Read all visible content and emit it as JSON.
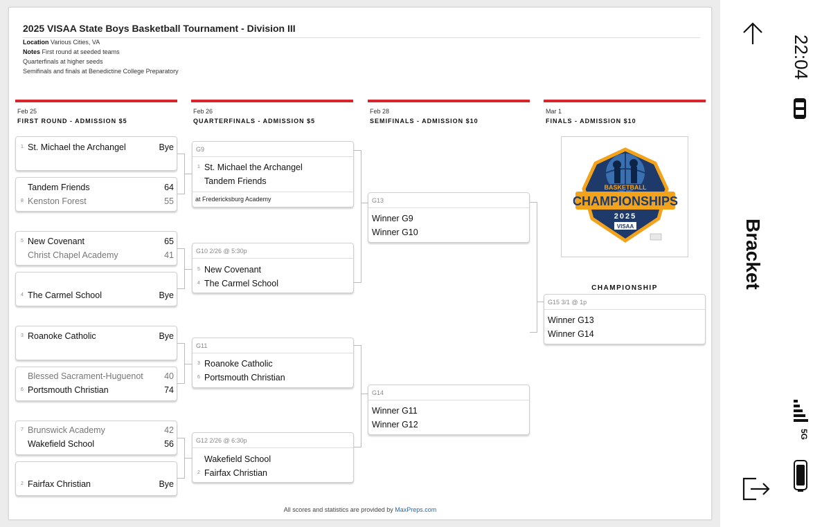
{
  "title": "2025 VISAA State Boys Basketball Tournament - Division III",
  "info": {
    "location_label": "Location",
    "location_value": "Various Cities, VA",
    "notes_label": "Notes",
    "notes_value": "First round at seeded teams",
    "line3": "Quarterfinals at higher seeds",
    "line4": "Semifinals and finals at Benedictine College Preparatory"
  },
  "rounds": [
    {
      "date": "Feb 25",
      "name": "FIRST ROUND - ADMISSION $5"
    },
    {
      "date": "Feb 26",
      "name": "QUARTERFINALS - ADMISSION $5"
    },
    {
      "date": "Feb 28",
      "name": "SEMIFINALS - ADMISSION $10"
    },
    {
      "date": "Mar 1",
      "name": "FINALS - ADMISSION $10"
    }
  ],
  "first_round": [
    {
      "rows": [
        {
          "seed": "1",
          "team": "St. Michael the Archangel",
          "score": "Bye",
          "loser": false
        }
      ]
    },
    {
      "rows": [
        {
          "seed": "",
          "team": "Tandem Friends",
          "score": "64",
          "loser": false
        },
        {
          "seed": "8",
          "team": "Kenston Forest",
          "score": "55",
          "loser": true
        }
      ]
    },
    {
      "rows": [
        {
          "seed": "5",
          "team": "New Covenant",
          "score": "65",
          "loser": false
        },
        {
          "seed": "",
          "team": "Christ Chapel Academy",
          "score": "41",
          "loser": true
        }
      ]
    },
    {
      "rows": [
        {
          "seed": "4",
          "team": "The Carmel School",
          "score": "Bye",
          "loser": false
        }
      ]
    },
    {
      "rows": [
        {
          "seed": "3",
          "team": "Roanoke Catholic",
          "score": "Bye",
          "loser": false
        }
      ]
    },
    {
      "rows": [
        {
          "seed": "",
          "team": "Blessed Sacrament-Huguenot",
          "score": "40",
          "loser": true
        },
        {
          "seed": "6",
          "team": "Portsmouth Christian",
          "score": "74",
          "loser": false
        }
      ]
    },
    {
      "rows": [
        {
          "seed": "7",
          "team": "Brunswick Academy",
          "score": "42",
          "loser": true
        },
        {
          "seed": "",
          "team": "Wakefield School",
          "score": "56",
          "loser": false
        }
      ]
    },
    {
      "rows": [
        {
          "seed": "2",
          "team": "Fairfax Christian",
          "score": "Bye",
          "loser": false
        }
      ]
    }
  ],
  "quarterfinals": [
    {
      "header": "G9",
      "rows": [
        {
          "seed": "1",
          "team": "St. Michael the Archangel"
        },
        {
          "seed": "",
          "team": "Tandem Friends"
        }
      ],
      "footer": "at Fredericksburg Academy"
    },
    {
      "header": "G10 2/26 @ 5:30p",
      "rows": [
        {
          "seed": "5",
          "team": "New Covenant"
        },
        {
          "seed": "4",
          "team": "The Carmel School"
        }
      ],
      "footer": ""
    },
    {
      "header": "G11",
      "rows": [
        {
          "seed": "3",
          "team": "Roanoke Catholic"
        },
        {
          "seed": "6",
          "team": "Portsmouth Christian"
        }
      ],
      "footer": ""
    },
    {
      "header": "G12 2/26 @ 6:30p",
      "rows": [
        {
          "seed": "",
          "team": "Wakefield School"
        },
        {
          "seed": "2",
          "team": "Fairfax Christian"
        }
      ],
      "footer": ""
    }
  ],
  "semifinals": [
    {
      "header": "G13",
      "rows": [
        "Winner G9",
        "Winner G10"
      ]
    },
    {
      "header": "G14",
      "rows": [
        "Winner G11",
        "Winner G12"
      ]
    }
  ],
  "finals": {
    "label": "CHAMPIONSHIP",
    "header": "G15 3/1 @ 1p",
    "rows": [
      "Winner G13",
      "Winner G14"
    ],
    "logo": {
      "top_text": "BASKETBALL",
      "main_text": "CHAMPIONSHIPS",
      "year": "2025",
      "org": "VISAA",
      "colors": {
        "navy": "#1e3a6b",
        "orange": "#f2a21b",
        "white": "#ffffff"
      }
    }
  },
  "footer": {
    "text": "All scores and statistics are provided by ",
    "link": "MaxPreps.com"
  },
  "sidebar": {
    "clock": "22:04",
    "title": "Bracket",
    "network": "5G",
    "icons": [
      "up-arrow-icon",
      "car-icon",
      "signal-icon",
      "battery-icon",
      "exit-icon"
    ]
  }
}
